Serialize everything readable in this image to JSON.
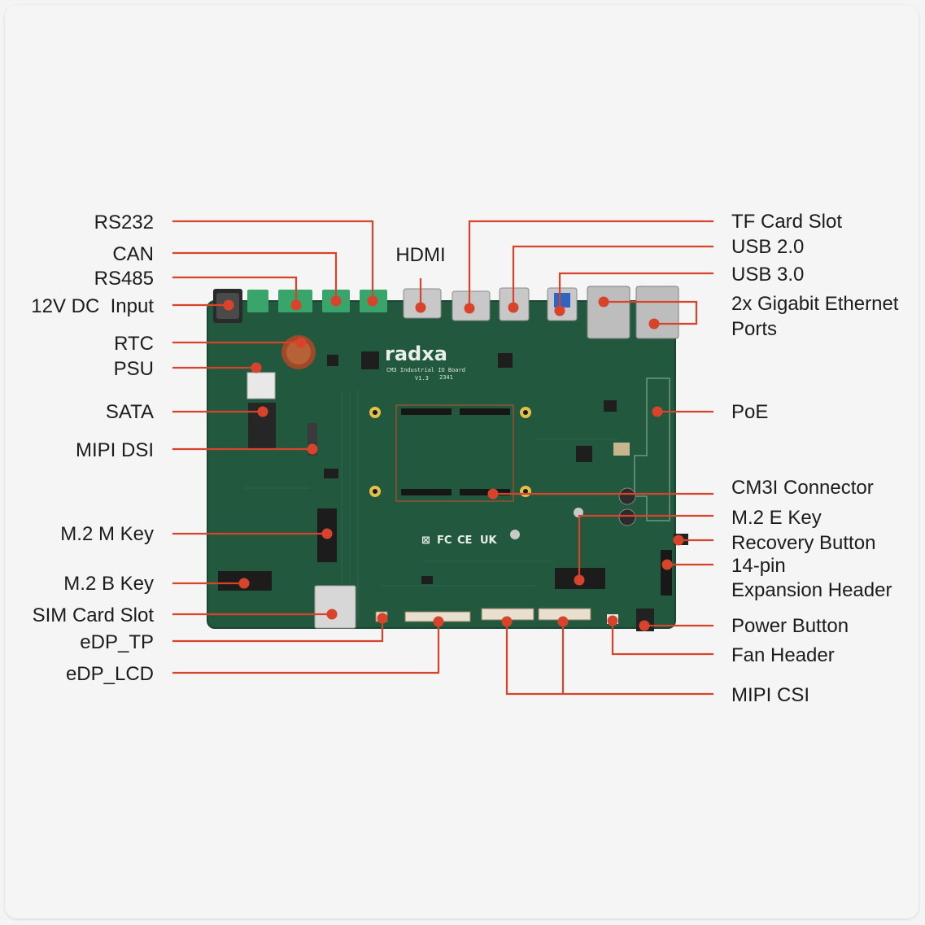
{
  "board": {
    "brand": "radxa",
    "model": "CM3 Industrial IO Board",
    "version": "V1.3",
    "date": "2341"
  },
  "colors": {
    "callout_line": "#d8432b",
    "board_green": "#22583e",
    "background": "#f5f5f5",
    "terminal_green": "#3aa56a"
  },
  "labels": {
    "rs232": "RS232",
    "can": "CAN",
    "rs485": "RS485",
    "dc_input": "12V DC  Input",
    "rtc": "RTC",
    "psu": "PSU",
    "sata": "SATA",
    "mipi_dsi": "MIPI DSI",
    "m2_m_key": "M.2 M Key",
    "m2_b_key": "M.2 B Key",
    "sim_card_slot": "SIM Card Slot",
    "edp_tp": "eDP_TP",
    "edp_lcd": "eDP_LCD",
    "hdmi": "HDMI",
    "tf_card_slot": "TF Card Slot",
    "usb_20": "USB 2.0",
    "usb_30": "USB 3.0",
    "ethernet_line1": "2x Gigabit Ethernet",
    "ethernet_line2": "Ports",
    "poe": "PoE",
    "cm3i_connector": "CM3I Connector",
    "m2_e_key": "M.2 E Key",
    "recovery_button": "Recovery Button",
    "expansion_line1": "14-pin",
    "expansion_line2": "Expansion Header",
    "power_button": "Power Button",
    "fan_header": "Fan Header",
    "mipi_csi": "MIPI CSI"
  }
}
